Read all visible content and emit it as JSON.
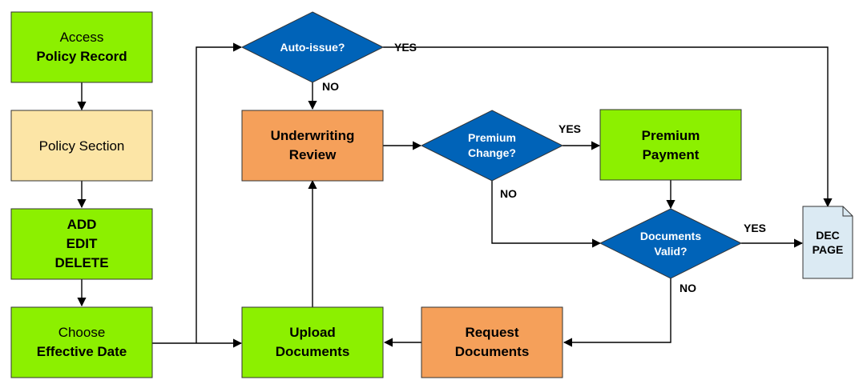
{
  "colors": {
    "green": "#8cf000",
    "peach": "#fce5a6",
    "orange": "#f5a05a",
    "blue": "#0063b8",
    "doc": "#dbeaf3",
    "border": "#333333"
  },
  "nodes": {
    "access": {
      "line1": "Access",
      "line2": "Policy Record"
    },
    "policy_section": {
      "line1": "Policy Section"
    },
    "add_edit_delete": {
      "line1": "ADD",
      "line2": "EDIT",
      "line3": "DELETE"
    },
    "choose": {
      "line1": "Choose",
      "line2": "Effective Date"
    },
    "auto_issue": {
      "line1": "Auto-issue?"
    },
    "underwriting": {
      "line1": "Underwriting",
      "line2": "Review"
    },
    "premium_change": {
      "line1": "Premium",
      "line2": "Change?"
    },
    "premium_payment": {
      "line1": "Premium",
      "line2": "Payment"
    },
    "documents_valid": {
      "line1": "Documents",
      "line2": "Valid?"
    },
    "dec_page": {
      "line1": "DEC",
      "line2": "PAGE"
    },
    "upload": {
      "line1": "Upload",
      "line2": "Documents"
    },
    "request": {
      "line1": "Request",
      "line2": "Documents"
    }
  },
  "edge_labels": {
    "auto_yes": "YES",
    "auto_no": "NO",
    "premium_yes": "YES",
    "premium_no": "NO",
    "valid_yes": "YES",
    "valid_no": "NO"
  }
}
